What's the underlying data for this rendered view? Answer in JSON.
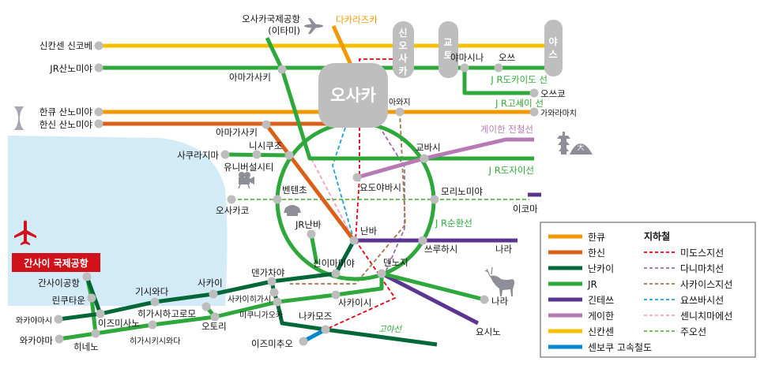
{
  "colors": {
    "hankyu": "#f39800",
    "hanshin": "#d9601a",
    "nankai": "#006837",
    "jr": "#2ea83a",
    "kintetsu": "#5b3590",
    "keihan": "#b77ab5",
    "shinkansen": "#f5c000",
    "senboku": "#0088d0",
    "midosuji": "#e60012",
    "tanimachi": "#9b6bb0",
    "sakaisuji": "#a0784a",
    "yotsubashi": "#1ea0e0",
    "sennichimae": "#f4a0c0",
    "chuo": "#5cb840",
    "sea": "#d3eaf7",
    "hub": "#bdbebd",
    "airport_red": "#d0121b"
  },
  "hubs": {
    "osaka": "오사카",
    "shin_osaka": [
      "신",
      "오",
      "사",
      "카"
    ],
    "kyoto": [
      "교",
      "토"
    ],
    "yasu": [
      "야",
      "스"
    ]
  },
  "airport_box": "간사이 국제공항",
  "stations": {
    "shinkobe": "신칸센 신코베",
    "jr_sannomiya": "JR산노미야",
    "hankyu_sannomiya": "한큐 산노미야",
    "hanshin_sannomiya": "한신 산노미야",
    "itami_1": "오사카국제공항",
    "itami_2": "(이타미)",
    "takarazuka": "다카라즈카",
    "amagasaki_jr": "아마가사키",
    "yamashina": "야마시나",
    "otsu": "오쓰",
    "otsukyo": "오쓰쿄",
    "awaji": "아와지",
    "kawaramachi": "가와라마치",
    "amagasaki_hanshin": "아마가사키",
    "nishikujo": "니시쿠조",
    "sakurajima": "사쿠라지마",
    "universal": "유니버설시티",
    "kyobashi": "교바시",
    "yodoyabashi": "요도야바시",
    "bentencho": "벤텐초",
    "morinomiya": "모리노미야",
    "ikoma": "이코마",
    "osakako": "오사카코",
    "jr_namba": "JR난바",
    "namba": "난바",
    "tsuruhashi": "쓰루하시",
    "nara_kintetsu": "나라",
    "shin_imamiya": "신이마미야",
    "tennoji": "덴노지",
    "tengachaya": "덴가차야",
    "sakai": "사카이",
    "kishiwada": "기시와다",
    "kansai_airport": "간사이공항",
    "rinku": "린쿠타운",
    "sakaihigashi": "사카이히가시",
    "sakaishi": "사카이시",
    "nara_jr": "나라",
    "wakayamashi": "와카야마시",
    "izumisano": "이즈미사노",
    "higashihagoromo": "히가시하고로모",
    "otori": "오토리",
    "mikunigaoka": "미쿠니가오카",
    "nakamozu": "나카모즈",
    "yoshino": "요시노",
    "wakayama": "와카야마",
    "higashikishiwada": "히가시키시와다",
    "izumichuo": "이즈미추오",
    "hineno": "히네노"
  },
  "line_labels": {
    "tokaido": "J R도카이도 선",
    "kosei": "J R고세이 선",
    "keihan": "게이한 전철선",
    "tozai": "J R도자이선",
    "loop": "J R순환선",
    "koya": "고야선"
  },
  "legend": {
    "rail": [
      {
        "label": "한큐",
        "color": "#f39800"
      },
      {
        "label": "한신",
        "color": "#d9601a"
      },
      {
        "label": "난카이",
        "color": "#006837"
      },
      {
        "label": "JR",
        "color": "#2ea83a"
      },
      {
        "label": "긴테쓰",
        "color": "#5b3590"
      },
      {
        "label": "게이한",
        "color": "#b77ab5"
      },
      {
        "label": "신칸센",
        "color": "#f5c000"
      },
      {
        "label": "센보쿠 고속철도",
        "color": "#0088d0"
      }
    ],
    "subway_title": "지하철",
    "subway": [
      {
        "label": "미도스지선",
        "color": "#e60012"
      },
      {
        "label": "다니마치선",
        "color": "#9b6bb0"
      },
      {
        "label": "사카이스지선",
        "color": "#a0784a"
      },
      {
        "label": "요쓰바시선",
        "color": "#1ea0e0"
      },
      {
        "label": "센니치마에선",
        "color": "#f4a0c0"
      },
      {
        "label": "주오선",
        "color": "#5cb840"
      }
    ]
  }
}
